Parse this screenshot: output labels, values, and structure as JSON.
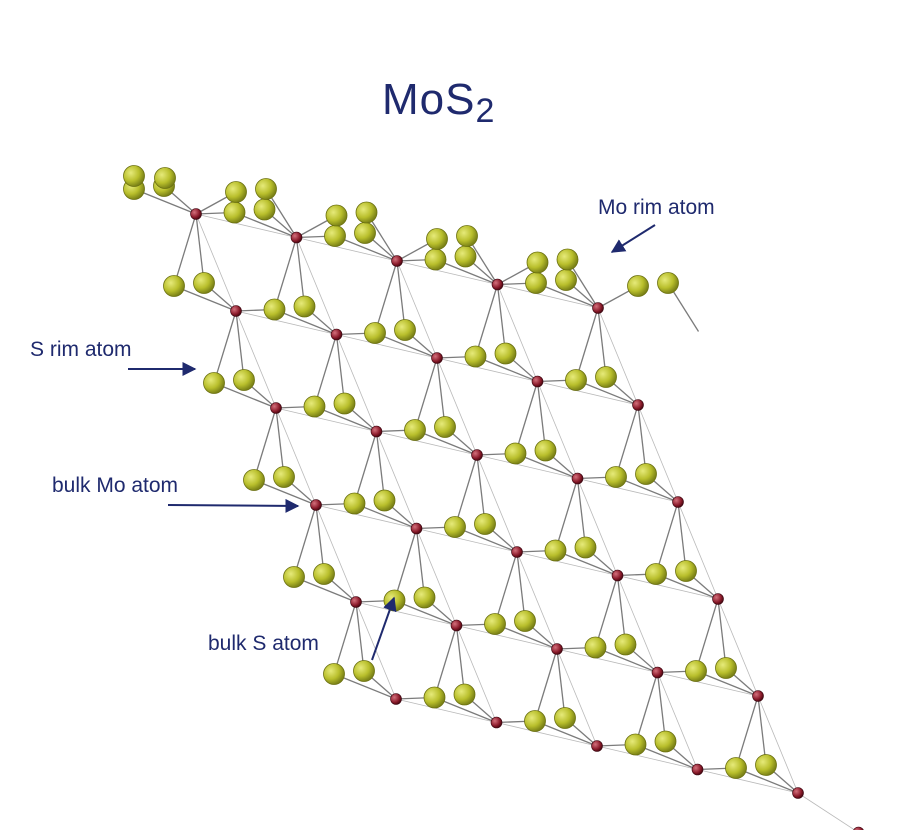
{
  "title": {
    "main": "MoS",
    "subscript": "2"
  },
  "labels": {
    "mo_rim": "Mo rim atom",
    "s_rim": "S rim atom",
    "bulk_mo": "bulk Mo atom",
    "bulk_s": "bulk S atom"
  },
  "colors": {
    "text": "#1f2a6e",
    "arrow": "#1f2a6e",
    "mo_atom": "#8a1a2a",
    "s_atom": "#b9bf2c",
    "bond": "#555555"
  }
}
